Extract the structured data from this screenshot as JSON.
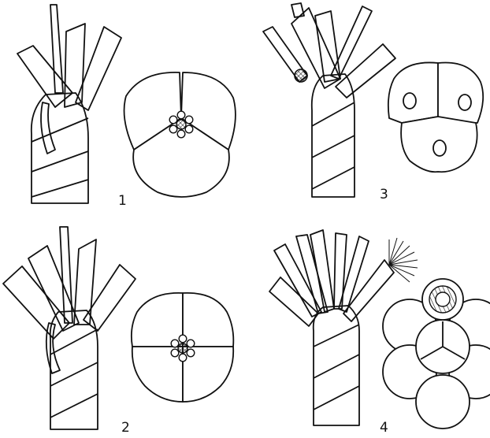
{
  "figure": {
    "panels": [
      {
        "label": "1",
        "strands": 3,
        "core": "wire-core"
      },
      {
        "label": "2",
        "strands": 4,
        "core": "wire-core"
      },
      {
        "label": "3",
        "strands": 3,
        "core": "fibre-cores"
      },
      {
        "label": "4",
        "strands": 6,
        "core": "independent-wire-rope-core"
      }
    ],
    "colors": {
      "ink": "#111111",
      "paper": "#ffffff"
    }
  }
}
